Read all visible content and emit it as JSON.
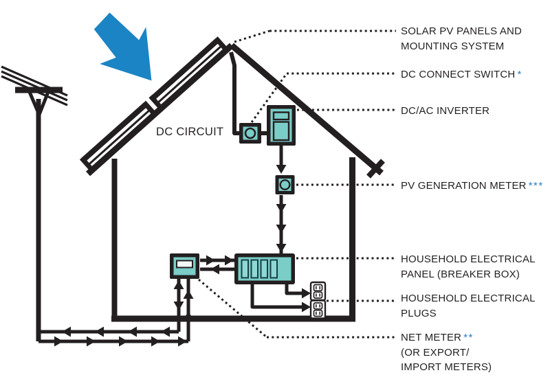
{
  "colors": {
    "ink": "#231f20",
    "teal": "#7bcdc8",
    "teal_light": "#8fd8d3",
    "slot_stroke": "#163f47",
    "accent_blue": "#2a7fc1",
    "arrow_blue": "#1b84c4",
    "display_white": "#f2faf9"
  },
  "dc_circuit_label": "DC CIRCUIT",
  "labels": [
    {
      "id": "solar-pv-panels",
      "lines": [
        "SOLAR PV PANELS AND",
        "MOUNTING SYSTEM"
      ],
      "stars": ""
    },
    {
      "id": "dc-connect-switch",
      "lines": [
        "DC CONNECT SWITCH"
      ],
      "stars": "*"
    },
    {
      "id": "dc-ac-inverter",
      "lines": [
        "DC/AC INVERTER"
      ],
      "stars": ""
    },
    {
      "id": "pv-generation-meter",
      "lines": [
        "PV GENERATION METER"
      ],
      "stars": "***"
    },
    {
      "id": "household-electrical-panel",
      "lines": [
        "HOUSEHOLD ELECTRICAL",
        "PANEL (BREAKER BOX)"
      ],
      "stars": ""
    },
    {
      "id": "household-electrical-plugs",
      "lines": [
        "HOUSEHOLD ELECTRICAL",
        "PLUGS"
      ],
      "stars": ""
    },
    {
      "id": "net-meter",
      "lines": [
        "NET METER",
        "(OR EXPORT/",
        "IMPORT METERS)"
      ],
      "stars": "**"
    }
  ]
}
